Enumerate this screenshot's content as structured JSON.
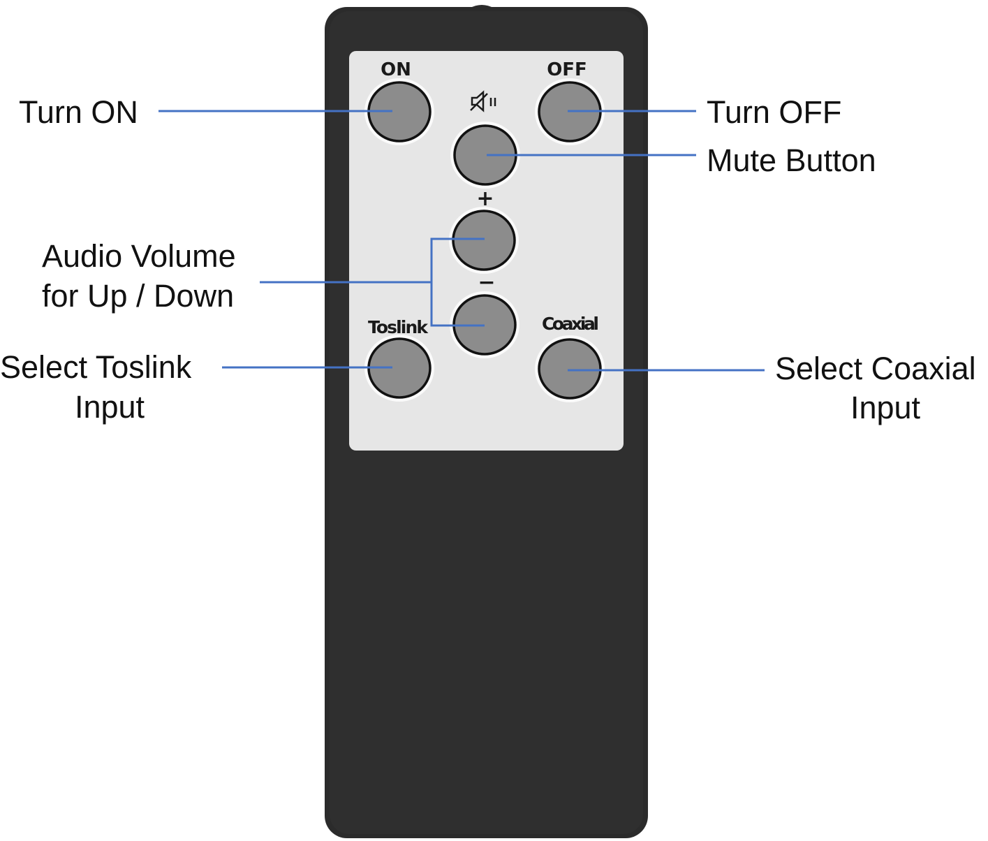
{
  "remote": {
    "keys": {
      "on": "ON",
      "off": "OFF",
      "plus": "+",
      "minus": "−",
      "toslink": "Toslink",
      "coaxial": "Coaxial",
      "mute_icon": "speaker-muted-icon"
    }
  },
  "callouts": {
    "turn_on": "Turn ON",
    "turn_off": "Turn OFF",
    "mute": "Mute Button",
    "volume_line1": "Audio Volume",
    "volume_line2": "for Up / Down",
    "toslink_line1": "Select Toslink",
    "toslink_line2": "Input",
    "coaxial_line1": "Select Coaxial",
    "coaxial_line2": "Input"
  },
  "colors": {
    "callout_line": "#4472c4",
    "remote_body": "#2b2b2b",
    "panel": "#e6e6e6",
    "button": "#8c8c8c"
  }
}
